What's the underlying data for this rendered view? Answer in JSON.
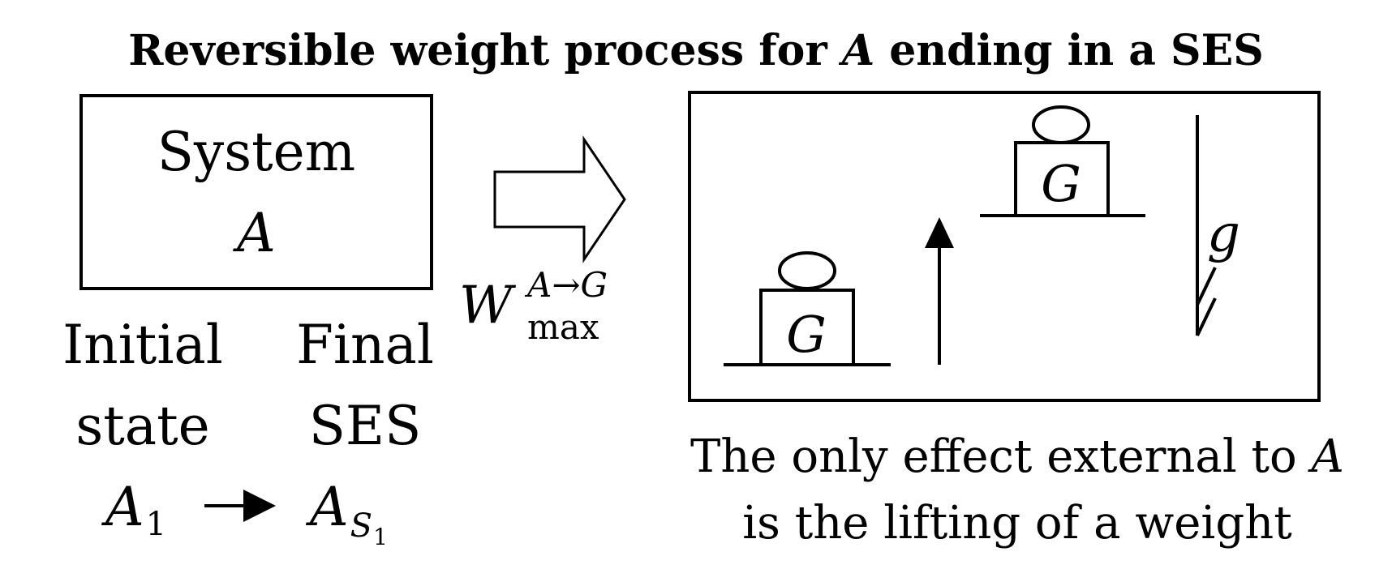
{
  "title": {
    "before": "Reversible weight process for ",
    "system_symbol": "A",
    "after": " ending in a SES"
  },
  "system_box": {
    "line1": "System",
    "symbol": "A"
  },
  "states": {
    "initial_line1": "Initial",
    "initial_line2": "state",
    "final_line1": "Final",
    "final_line2": "SES",
    "initial_symbol": "A",
    "initial_subscript": "1",
    "final_symbol": "A",
    "final_subscript": "S",
    "final_sub_subscript": "1"
  },
  "work": {
    "symbol": "W",
    "superscript": "A→G",
    "subscript": "max"
  },
  "weight": {
    "label_low": "G",
    "label_high": "G"
  },
  "gravity": {
    "symbol": "g"
  },
  "caption": {
    "line1_prefix": "The only effect external to ",
    "line1_symbol": "A",
    "line2": "is the lifting of a weight"
  }
}
